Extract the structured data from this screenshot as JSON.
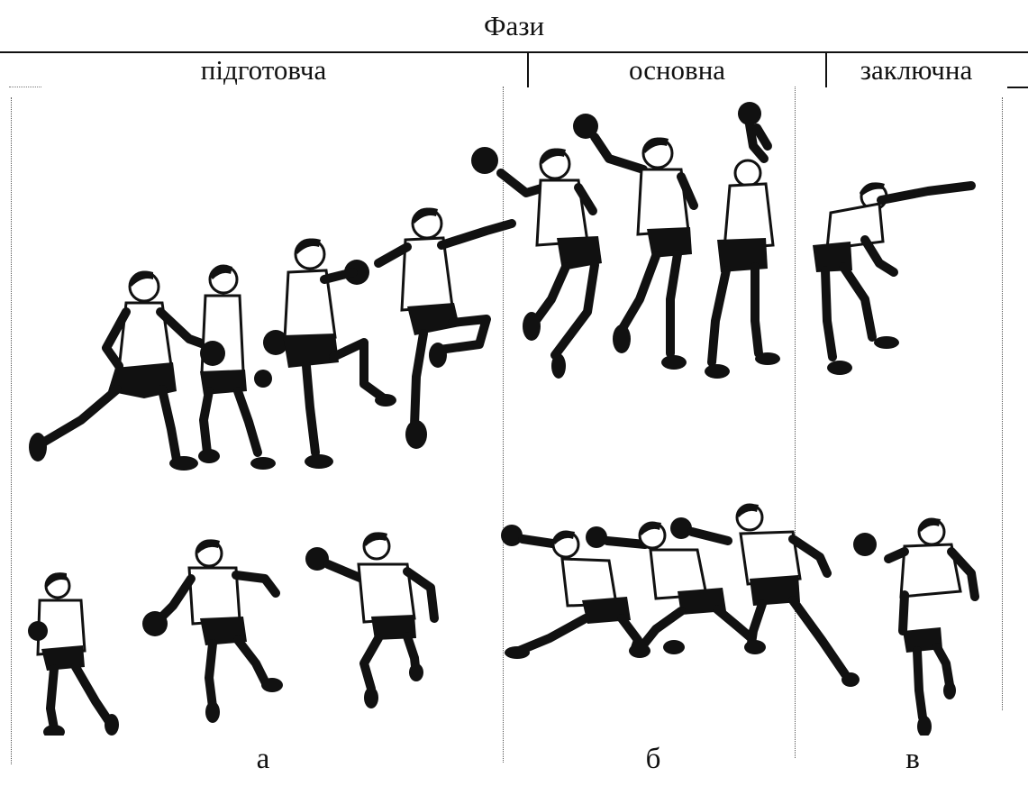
{
  "header": {
    "title": "Фази"
  },
  "phases": {
    "preparatory": "підготовча",
    "main": "основна",
    "final": "заключна"
  },
  "column_labels": {
    "a": "а",
    "b": "б",
    "c": "в"
  },
  "colors": {
    "ink": "#111111",
    "background": "#ffffff"
  }
}
